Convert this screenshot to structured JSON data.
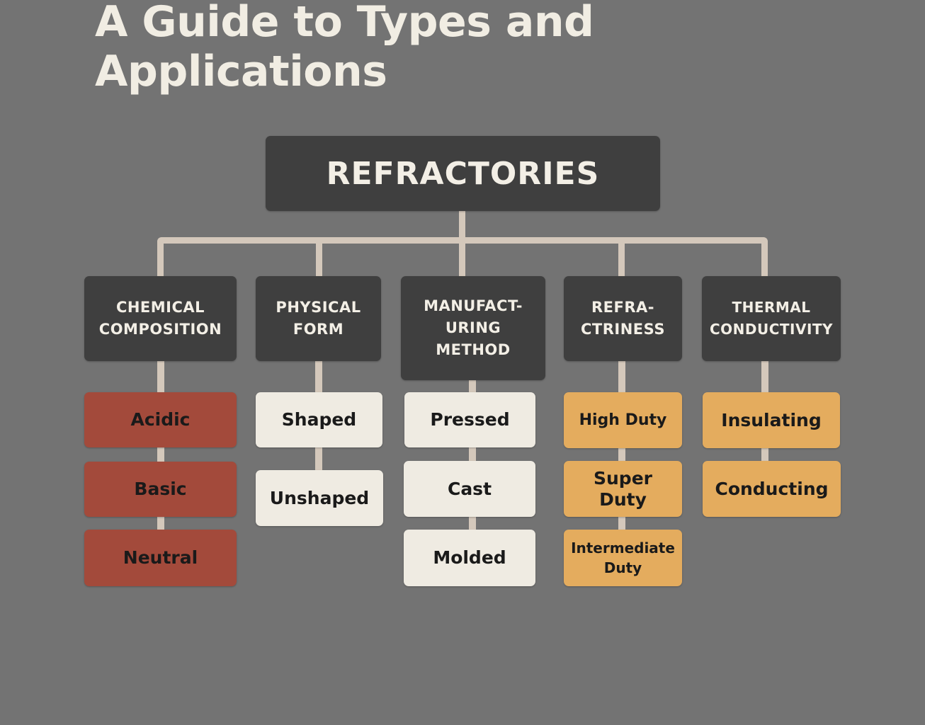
{
  "title": "A Guide to Types and Applications",
  "root": {
    "label": "REFRACTORIES",
    "color": "#3f3f3f"
  },
  "categories": [
    {
      "label": "CHEMICAL\nCOMPOSITION",
      "leaf_color": "#a34a3b",
      "items": [
        "Acidic",
        "Basic",
        "Neutral"
      ]
    },
    {
      "label": "PHYSICAL\nFORM",
      "leaf_color": "#efebe2",
      "items": [
        "Shaped",
        "Unshaped"
      ]
    },
    {
      "label": "MANUFACT-\nURING\nMETHOD",
      "leaf_color": "#efebe2",
      "items": [
        "Pressed",
        "Cast",
        "Molded"
      ]
    },
    {
      "label": "REFRA-\nCTRINESS",
      "leaf_color": "#e4ac5e",
      "items": [
        "High Duty",
        "Super\nDuty",
        "Intermediate\nDuty"
      ]
    },
    {
      "label": "THERMAL\nCONDUCTIVITY",
      "leaf_color": "#e4ac5e",
      "items": [
        "Insulating",
        "Conducting"
      ]
    }
  ]
}
